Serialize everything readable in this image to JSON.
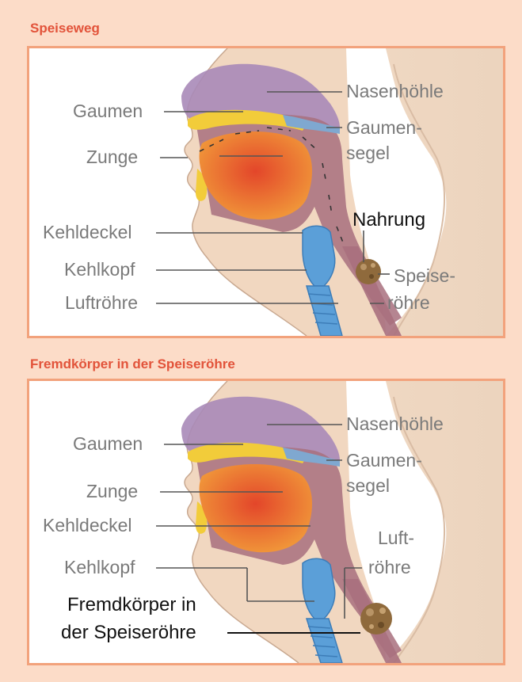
{
  "section1": {
    "title": "Speiseweg",
    "labels": {
      "nasenhoehle": "Nasenhöhle",
      "gaumen": "Gaumen",
      "gaumensegel_1": "Gaumen-",
      "gaumensegel_2": "segel",
      "zunge": "Zunge",
      "nahrung": "Nahrung",
      "kehldeckel": "Kehldeckel",
      "kehlkopf": "Kehlkopf",
      "speiseroehre_1": "Speise-",
      "speiseroehre_2": "röhre",
      "luftroehre": "Luftröhre"
    }
  },
  "section2": {
    "title": "Fremdkörper in der Speiseröhre",
    "labels": {
      "nasenhoehle": "Nasenhöhle",
      "gaumen": "Gaumen",
      "gaumensegel_1": "Gaumen-",
      "gaumensegel_2": "segel",
      "zunge": "Zunge",
      "kehldeckel": "Kehldeckel",
      "luftroehre_1": "Luft-",
      "luftroehre_2": "röhre",
      "kehlkopf": "Kehlkopf",
      "fremdkoerper_1": "Fremdkörper in",
      "fremdkoerper_2": "der Speiseröhre"
    }
  },
  "colors": {
    "page_background": "#fcdcc8",
    "title": "#e2533a",
    "panel_border": "#f2a27c",
    "skin": "#f1d7c0",
    "nasal_cavity": "#a98ab8",
    "throat": "#a8707e",
    "tongue": "#e0642a",
    "palate": "#f2cc3a",
    "airway": "#5b9fd8",
    "food": "#8f6a3c"
  }
}
